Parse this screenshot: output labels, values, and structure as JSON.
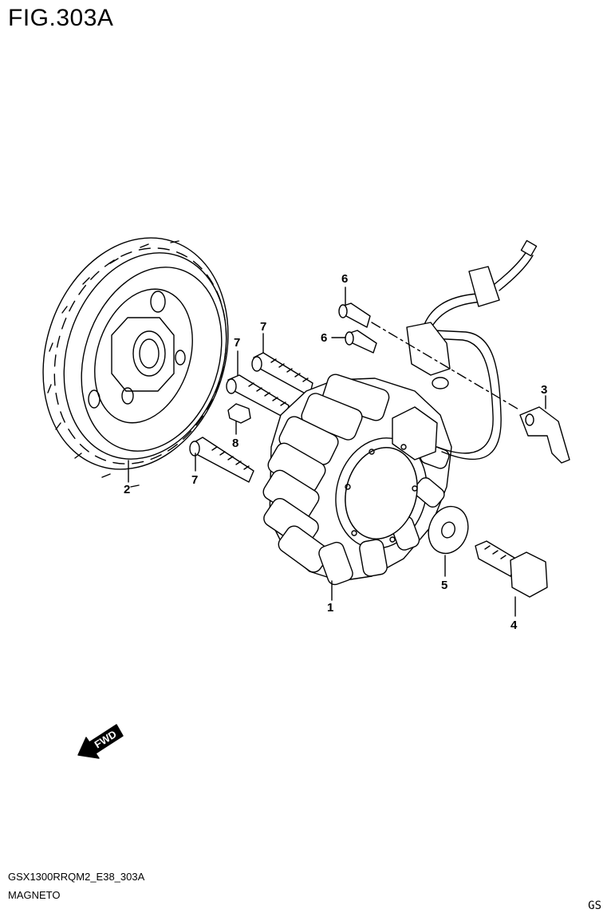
{
  "figure": {
    "title": "FIG.303A"
  },
  "callouts": {
    "stator": "1",
    "rotor": "2",
    "clamp": "3",
    "rotor_bolt": "4",
    "washer": "5",
    "screw_a": "6",
    "screw_b": "6",
    "stator_bolt_a": "7",
    "stator_bolt_b": "7",
    "stator_bolt_c": "7",
    "key": "8"
  },
  "fwd_arrow": {
    "label": "FWD"
  },
  "footer": {
    "model_code": "GSX1300RRQM2_E38_303A",
    "name": "MAGNETO",
    "region": "GS"
  }
}
